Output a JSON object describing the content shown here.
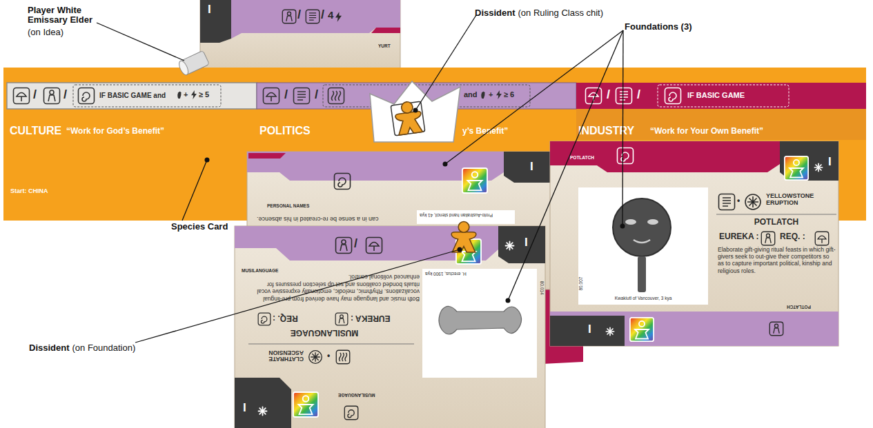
{
  "diagram": {
    "nodes": [
      {
        "text": [
          "I",
          "/",
          "/",
          "4",
          "YURT"
        ]
      },
      {
        "text": [
          "/",
          "/",
          "IF BASIC GAME and",
          "+",
          "≥ 5",
          "CULTURE",
          "“Work for God’s Benefit”",
          "/",
          "/",
          "and",
          "+",
          "≥ 6",
          "POLITICS",
          "y’s Benefit”",
          "/",
          "/",
          "IF BASIC GAME",
          "INDUSTRY",
          "“Work for Your Own Benefit”",
          "Start: CHINA"
        ]
      },
      {
        "text": [
          "PERSONAL NAMES",
          "I",
          "can in a sense be re-created in his absence.",
          "Proto-Australian hand stencil, 41 kya"
        ]
      },
      {
        "text": [
          "MUSILANGUAGE",
          "/",
          "I",
          "Both music and language may have derived from pre-lingual vocalizations. Rhythmic, melodic, emotionally expressive vocal rituals bonded coalitions and set up selection pressures for enhanced volitional control.",
          "REQ. :",
          "EUREKA :",
          "MUSILANGUAGE",
          "•",
          "CLATHRATE ASCENSION",
          "H. erectus, 1900 kya",
          "80.014",
          "I",
          "MUSILANGUAGE"
        ]
      },
      {
        "text": [
          "POTLATCH",
          "I",
          "•",
          "YELLOWSTONE ERUPTION",
          "POTLATCH",
          "EUREKA :",
          "REQ. :",
          "Elaborate gift-giving ritual feasts in which gift-givers seek to out-give their competitors so as to capture important political, kinship and religious roles.",
          "Kwakiutl of Vancouver, 3 kya",
          "80.007",
          "POTLATCH",
          "I"
        ]
      }
    ],
    "labels": [
      "Player White Emissary Elder",
      "(on Idea)",
      "Dissident",
      "(on Ruling Class chit)",
      "Foundations (3)",
      "Species Card",
      "Dissident",
      "(on Foundation)"
    ]
  }
}
